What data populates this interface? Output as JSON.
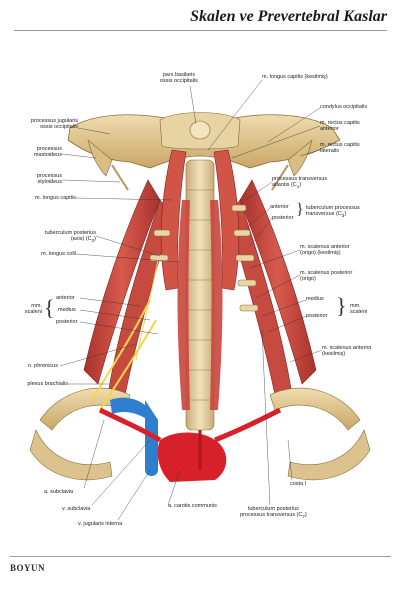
{
  "header": {
    "title": "Skalen ve Prevertebral Kaslar"
  },
  "footer": {
    "section": "BOYUN",
    "page": ""
  },
  "labels": {
    "pars_basilaris_1": "pars basilaris",
    "pars_basilaris_2": "ossis occipitalis",
    "longus_capitis_top": "m. longus capitis (kesilmiş)",
    "condylus": "condylus occipitalis",
    "rectus_ant_1": "m. rectus capitis",
    "rectus_ant_2": "anterior",
    "rectus_lat_1": "m. rectus capitis",
    "rectus_lat_2": "lateralis",
    "proc_jug_1": "processus jugularis",
    "proc_jug_2": "ossis occipitalis",
    "proc_mast_1": "processus",
    "proc_mast_2": "mastoideus",
    "proc_styl_1": "processus",
    "proc_styl_2": "styloideus",
    "proc_trans_atlas_1": "processus transversus",
    "proc_trans_atlas_2": "atlantis (C",
    "proc_trans_atlas_sub": "1",
    "proc_trans_atlas_3": ")",
    "longus_capitis_left": "m. longus capitis",
    "tub_ant": "anterior",
    "tub_post": "posterior",
    "tub_proc_1": "tuberculum processus",
    "tub_proc_2": "transversus (C",
    "tub_proc_sub": "3",
    "tub_proc_3": ")",
    "tub_axis_1": "tuberculum posterius",
    "tub_axis_2": "(axis) (C",
    "tub_axis_sub": "2",
    "tub_axis_3": ")",
    "longus_colli": "m. longus colli",
    "scal_ant_origo_1": "m. scalenus anterior",
    "scal_ant_origo_2": "(origo) (kesilmiş)",
    "scal_post_origo_1": "m. scalenus posterior",
    "scal_post_origo_2": "(origo)",
    "left_anterior": "anterior",
    "left_medius": "medius",
    "left_posterior": "posterior",
    "mm_scaleni_left_1": "mm.",
    "mm_scaleni_left_2": "scaleni",
    "right_medius": "medius",
    "right_posterior": "posterior",
    "mm_scaleni_right_1": "mm.",
    "mm_scaleni_right_2": "scaleni",
    "n_phrenicus": "n. phrenicus",
    "plexus": "plexus brachialis",
    "scal_ant_kes_1": "m. scalenus anterior",
    "scal_ant_kes_2": "(kesilmiş)",
    "a_subclavia": "a. subclavia",
    "v_subclavia": "v. subclavia",
    "v_jugularis": "v. jugularis interna",
    "a_carotis": "a. carotis communis",
    "costa": "costa I",
    "tub_c7_1": "tuberculum posterius",
    "tub_c7_2": "processus transversus (C",
    "tub_c7_sub": "7",
    "tub_c7_3": ")"
  },
  "colors": {
    "bone": "#e6cf9c",
    "bone_shadow": "#b9955a",
    "muscle": "#c8453e",
    "muscle_light": "#e07a6c",
    "tendon": "#ece7dc",
    "artery": "#d8202a",
    "vein": "#2f7fd0",
    "nerve": "#f2d64a"
  }
}
